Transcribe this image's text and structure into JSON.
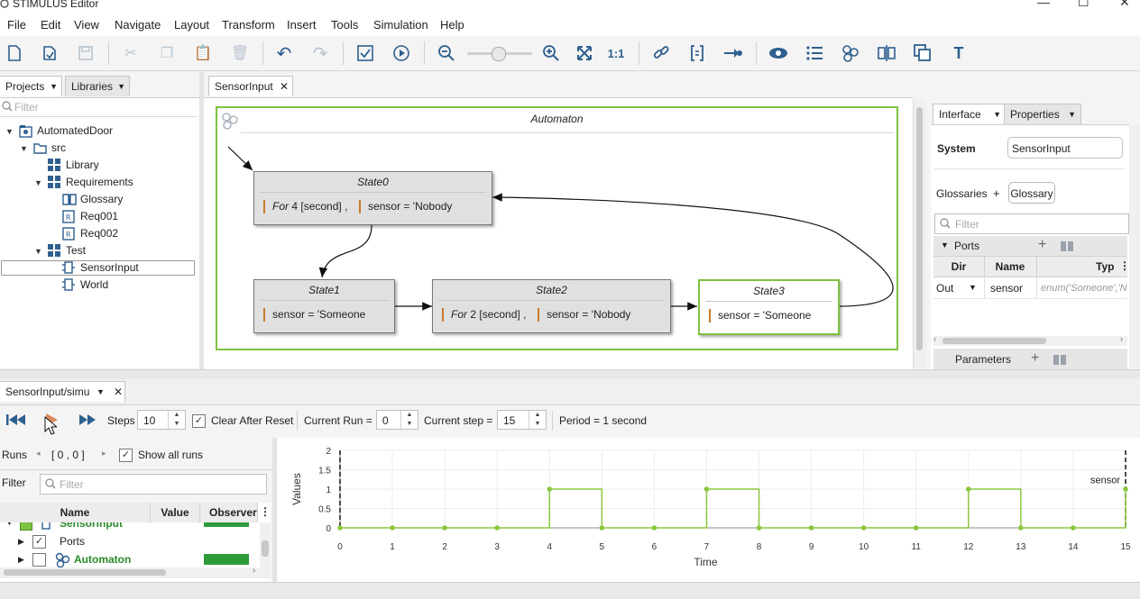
{
  "window": {
    "title": "STIMULUS Editor"
  },
  "menu": [
    "File",
    "Edit",
    "View",
    "Navigate",
    "Layout",
    "Transform",
    "Insert",
    "Tools",
    "Simulation",
    "Help"
  ],
  "toolbar": {
    "zoom_ratio_label": "1:1"
  },
  "left_tabs": {
    "projects": "Projects",
    "libraries": "Libraries"
  },
  "tree_filter_placeholder": "Filter",
  "tree": [
    {
      "label": "AutomatedDoor",
      "level": 0
    },
    {
      "label": "src",
      "level": 1
    },
    {
      "label": "Library",
      "level": 2
    },
    {
      "label": "Requirements",
      "level": 2
    },
    {
      "label": "Glossary",
      "level": 3
    },
    {
      "label": "Req001",
      "level": 3
    },
    {
      "label": "Req002",
      "level": 3
    },
    {
      "label": "Test",
      "level": 2
    },
    {
      "label": "SensorInput",
      "level": 3
    },
    {
      "label": "World",
      "level": 3
    }
  ],
  "editor_tab": "SensorInput",
  "automaton": {
    "title": "Automaton",
    "states": [
      {
        "name": "State0",
        "duration": "4",
        "unit": "[second] ,",
        "assign": "sensor  =  'Nobody"
      },
      {
        "name": "State1",
        "assign": "sensor  =  'Someone"
      },
      {
        "name": "State2",
        "duration": "2",
        "unit": "[second] ,",
        "assign": "sensor  =  'Nobody"
      },
      {
        "name": "State3",
        "assign": "sensor  =  'Someone"
      }
    ],
    "for_kw": "For"
  },
  "right_tabs": {
    "interface": "Interface",
    "properties": "Properties"
  },
  "interface": {
    "system_label": "System",
    "system_value": "SensorInput",
    "glossaries_label": "Glossaries",
    "glossary_chip": "Glossary",
    "filter_placeholder": "Filter",
    "ports_label": "Ports",
    "ports_cols": [
      "Dir",
      "Name",
      "Typ"
    ],
    "ports_rows": [
      {
        "dir": "Out",
        "name": "sensor",
        "type": "enum('Someone','N"
      }
    ],
    "parameters_label": "Parameters"
  },
  "sim": {
    "tab": "SensorInput/simu",
    "steps_label": "Steps",
    "steps_value": "10",
    "clear_after_reset": "Clear After Reset",
    "current_run_label": "Current Run =",
    "current_run_value": "0",
    "current_step_label": "Current step =",
    "current_step_value": "15",
    "period": "Period = 1 second",
    "runs_label": "Runs",
    "runs_value": "[ 0 , 0 ]",
    "show_all_runs": "Show all runs",
    "filter_label": "Filter",
    "filter_placeholder": "Filter",
    "cols": [
      "Name",
      "Value",
      "Observer"
    ],
    "rows": [
      {
        "name": "SensorInput"
      },
      {
        "name": "Ports"
      },
      {
        "name": "Automaton"
      }
    ]
  },
  "colors": {
    "accent_green": "#7ec242",
    "plot_green": "#8cc63f",
    "icon_blue": "#2e5f8f"
  },
  "chart_data": {
    "type": "line",
    "xlabel": "Time",
    "ylabel": "Values",
    "xlim": [
      0,
      15
    ],
    "ylim": [
      0,
      2
    ],
    "xticks": [
      "0",
      "1",
      "2",
      "3",
      "4",
      "5",
      "6",
      "7",
      "8",
      "9",
      "10",
      "11",
      "12",
      "13",
      "14",
      "15"
    ],
    "yticks": [
      "0",
      "0.5",
      "1",
      "1.5",
      "2"
    ],
    "grid": true,
    "series": [
      {
        "name": "sensor",
        "step": true,
        "x": [
          0,
          1,
          2,
          3,
          4,
          5,
          6,
          7,
          8,
          9,
          10,
          11,
          12,
          13,
          14,
          15
        ],
        "y": [
          0,
          0,
          0,
          0,
          1,
          0,
          0,
          1,
          0,
          0,
          0,
          0,
          1,
          0,
          0,
          1
        ]
      }
    ]
  }
}
